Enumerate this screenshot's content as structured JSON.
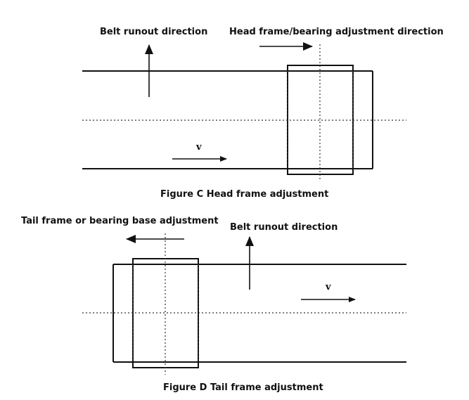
{
  "figure_c": {
    "label_runout": "Belt runout direction",
    "label_adjust": "Head frame/bearing adjustment direction",
    "velocity": "v",
    "caption": "Figure C Head frame adjustment"
  },
  "figure_d": {
    "label_adjust": "Tail frame or bearing base adjustment",
    "label_runout": "Belt runout direction",
    "velocity": "v",
    "caption": "Figure D Tail frame adjustment"
  }
}
